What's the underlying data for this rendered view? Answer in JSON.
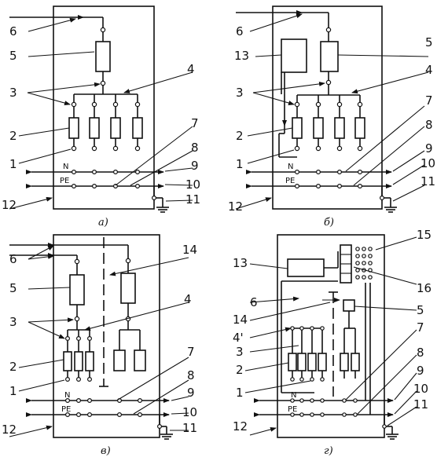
{
  "panels": {
    "a": {
      "caption": "а)",
      "labels": [
        "6",
        "5",
        "4",
        "3",
        "2",
        "1",
        "7",
        "8",
        "9",
        "10",
        "11",
        "12"
      ],
      "bus_n": "N",
      "bus_pe": "PE"
    },
    "b": {
      "caption": "б)",
      "labels": [
        "6",
        "13",
        "5",
        "4",
        "3",
        "2",
        "1",
        "7",
        "8",
        "9",
        "10",
        "11",
        "12"
      ],
      "bus_n": "N",
      "bus_pe": "PE"
    },
    "v": {
      "caption": "в)",
      "labels": [
        "6",
        "14",
        "5",
        "4",
        "3",
        "2",
        "1",
        "7",
        "8",
        "9",
        "10",
        "11",
        "12"
      ],
      "bus_n": "N",
      "bus_pe": "PE"
    },
    "g": {
      "caption": "г)",
      "labels": [
        "15",
        "13",
        "16",
        "6",
        "5",
        "14",
        "4'",
        "3",
        "2",
        "1",
        "7",
        "8",
        "9",
        "10",
        "11",
        "12"
      ],
      "bus_n": "N",
      "bus_pe": "PE"
    }
  }
}
